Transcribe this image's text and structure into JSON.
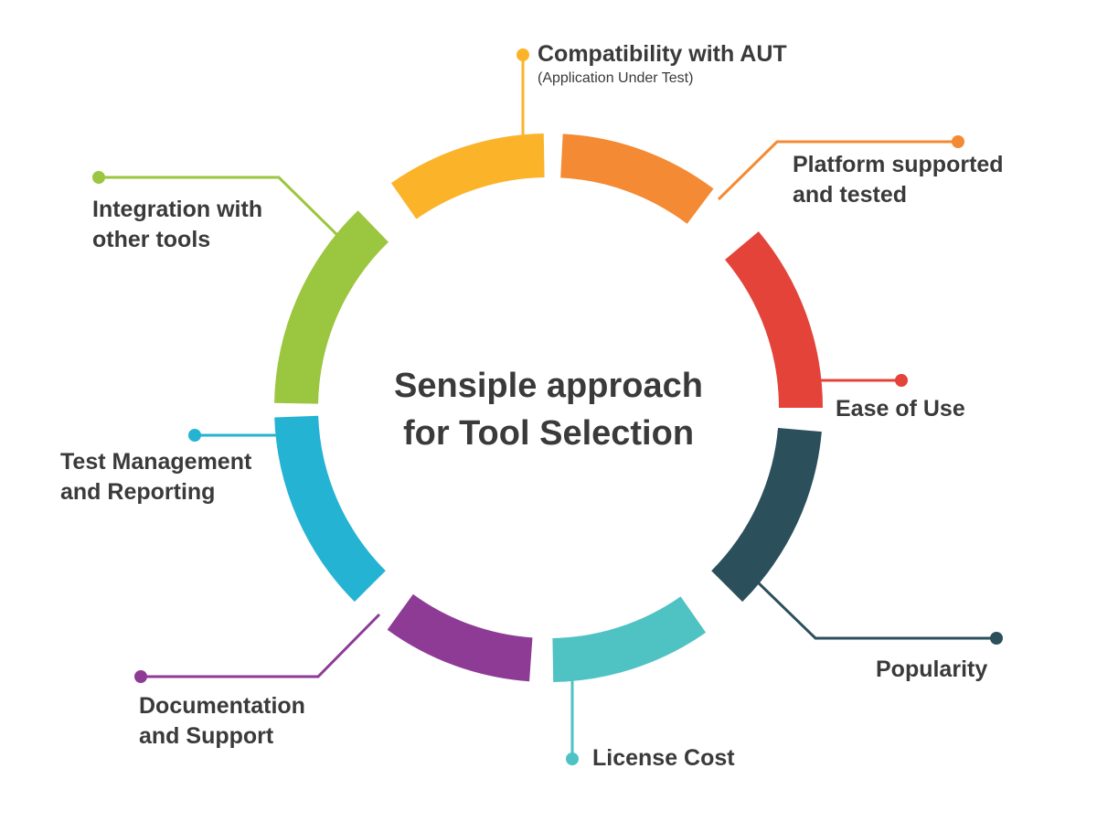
{
  "center": {
    "title_line1": "Sensiple approach",
    "title_line2": "for Tool Selection"
  },
  "factors": [
    {
      "key": "compat",
      "name": "Compatibility with AUT",
      "sub": "(Application Under Test)",
      "color": "#FBB32A"
    },
    {
      "key": "platform",
      "line1": "Platform supported",
      "line2": "and tested",
      "color": "#F48A33"
    },
    {
      "key": "ease",
      "name": "Ease of Use",
      "color": "#E4433A"
    },
    {
      "key": "popular",
      "name": "Popularity",
      "color": "#2C4F5C"
    },
    {
      "key": "license",
      "name": "License Cost",
      "color": "#4FC2C3"
    },
    {
      "key": "docs",
      "line1": "Documentation",
      "line2": "and Support",
      "color": "#8E3B96"
    },
    {
      "key": "testmgmt",
      "line1": "Test Management",
      "line2": "and Reporting",
      "color": "#25B3D4"
    },
    {
      "key": "integ",
      "line1": "Integration with",
      "line2": "other tools",
      "color": "#9BC63F"
    }
  ]
}
